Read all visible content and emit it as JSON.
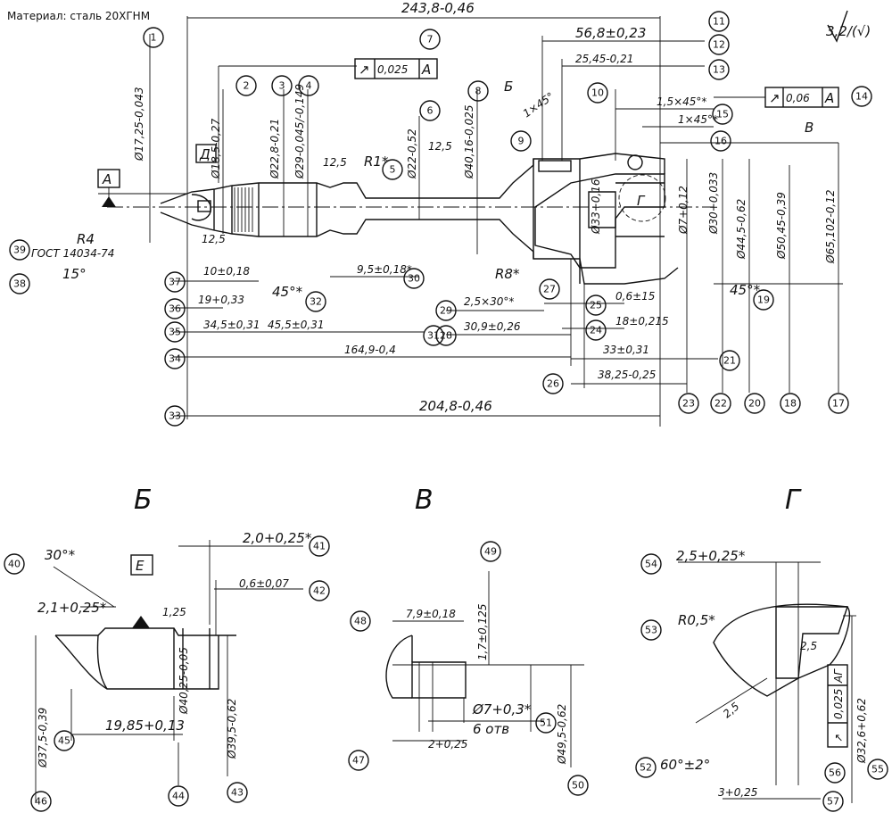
{
  "material": "Материал: сталь 20ХГНМ",
  "roughness_symbol": "3,2/(√)",
  "datum_labels": {
    "A": "A",
    "D": "Д",
    "E": "Е"
  },
  "view_labels": {
    "B": "Б",
    "V": "В",
    "G": "Г"
  },
  "tolerance_frames": {
    "f7": {
      "symbol": "↗",
      "value": "0,025",
      "datum": "A"
    },
    "f14": {
      "symbol": "↗",
      "value": "0,06",
      "datum": "A"
    },
    "f56": {
      "symbol": "↗",
      "value": "0,025",
      "datum": "АГ"
    }
  },
  "dimensions": {
    "d1": "Ø17,25-0,043",
    "d2": "Ø18,5-0,27",
    "d3": "Ø22,8-0,21",
    "d4": "Ø29-0,045/-0,149",
    "d6": "Ø22-0,52",
    "d8": "Ø40,16-0,025",
    "d11": "243,8-0,46",
    "d12": "56,8±0,23",
    "d13": "25,45-0,21",
    "d15": "1,5×45°*",
    "d16": "1×45°*",
    "d5": "R1*",
    "d9": "1×45°",
    "d39": "R4",
    "d39b": "ГОСТ 14034-74",
    "d38": "15°",
    "d37": "10±0,18",
    "d36": "19+0,33",
    "d35": "34,5±0,31",
    "d35b": "45,5±0,31",
    "d32": "45°*",
    "d30": "9,5±0,18*",
    "d27": "R8*",
    "d29": "2,5×30°*",
    "d28": "30,9±0,26",
    "d25": "0,6±15",
    "d24": "18±0,215",
    "d21": "33±0,31",
    "d26": "38,25-0,25",
    "d34": "164,9-0,4",
    "d33": "204,8-0,46",
    "d19": "45°*",
    "d20": "Ø50,45-0,39",
    "d18": "Ø44,5-0,62",
    "d17": "Ø65,102-0,12",
    "d22": "Ø30+0,033",
    "d23": "Ø7+0,12",
    "d_inner": "Ø33+0,16",
    "rough1": "12,5",
    "rough2": "12,5",
    "rough3": "12,5",
    "b40": "30°*",
    "b39": "2,1+0,25*",
    "b41": "2,0+0,25*",
    "b42": "0,6±0,07",
    "b125": "1,25",
    "b45": "19,85+0,13",
    "b46": "Ø37,5-0,39",
    "b44": "Ø40,25-0,05",
    "b43": "Ø39,5-0,62",
    "v48": "7,9±0,18",
    "v49": "1,7±0,125",
    "v51a": "Ø7+0,3*",
    "v51b": "6 отв",
    "v47": "2+0,25",
    "v50": "Ø49,5-0,62",
    "g54": "2,5+0,25*",
    "g53": "R0,5*",
    "g25a": "2,5",
    "g25b": "2,5",
    "g52": "60°±2°",
    "g57": "3+0,25",
    "g55": "Ø32,6+0,62"
  },
  "balloons": [
    "1",
    "2",
    "3",
    "4",
    "5",
    "6",
    "7",
    "8",
    "9",
    "10",
    "11",
    "12",
    "13",
    "14",
    "15",
    "16",
    "17",
    "18",
    "19",
    "20",
    "21",
    "22",
    "23",
    "24",
    "25",
    "26",
    "27",
    "28",
    "29",
    "30",
    "31",
    "32",
    "33",
    "34",
    "35",
    "36",
    "37",
    "38",
    "39",
    "40",
    "41",
    "42",
    "43",
    "44",
    "45",
    "46",
    "47",
    "48",
    "49",
    "50",
    "51",
    "52",
    "53",
    "54",
    "55",
    "56",
    "57"
  ]
}
